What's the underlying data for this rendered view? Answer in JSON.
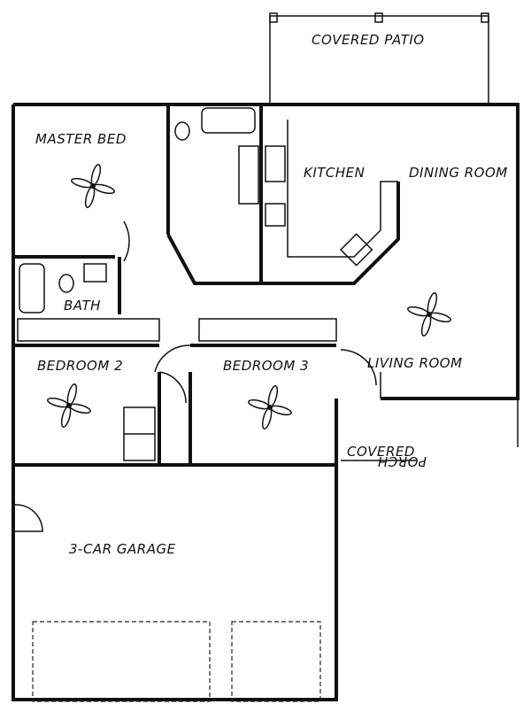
{
  "rooms": {
    "covered_patio": "COVERED PATIO",
    "master_bed": "MASTER BED",
    "kitchen": "KITCHEN",
    "dining_room": "DINING ROOM",
    "bath": "BATH",
    "bedroom_2": "BEDROOM 2",
    "bedroom_3": "BEDROOM 3",
    "living_room": "LIVING ROOM",
    "covered_porch_left": "COVERED",
    "covered_porch_right": "PORCH",
    "garage": "3-CAR GARAGE"
  }
}
